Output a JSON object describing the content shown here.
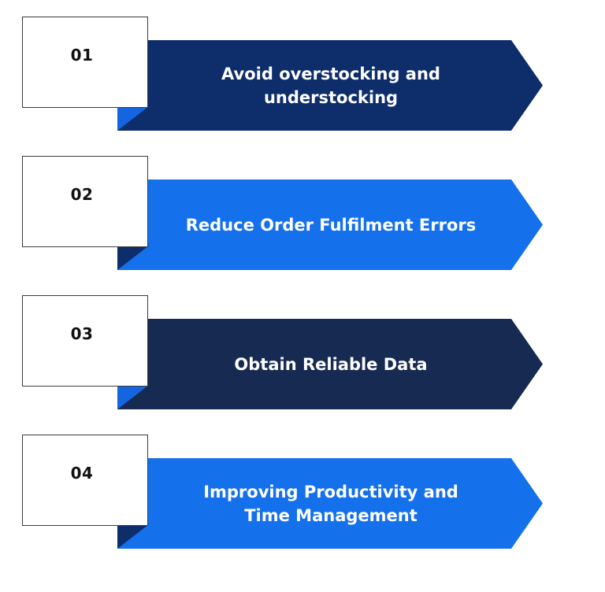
{
  "steps": [
    {
      "number": "01",
      "label": "Avoid overstocking and understocking",
      "arrow_color": "#0d2d6b",
      "fold_color": "#1565e0"
    },
    {
      "number": "02",
      "label": "Reduce Order Fulfilment Errors",
      "arrow_color": "#1470eb",
      "fold_color": "#0d2d6b"
    },
    {
      "number": "03",
      "label": "Obtain Reliable Data",
      "arrow_color": "#172a52",
      "fold_color": "#1565e0"
    },
    {
      "number": "04",
      "label": "Improving Productivity and Time Management",
      "arrow_color": "#1470eb",
      "fold_color": "#0d2d6b"
    }
  ]
}
